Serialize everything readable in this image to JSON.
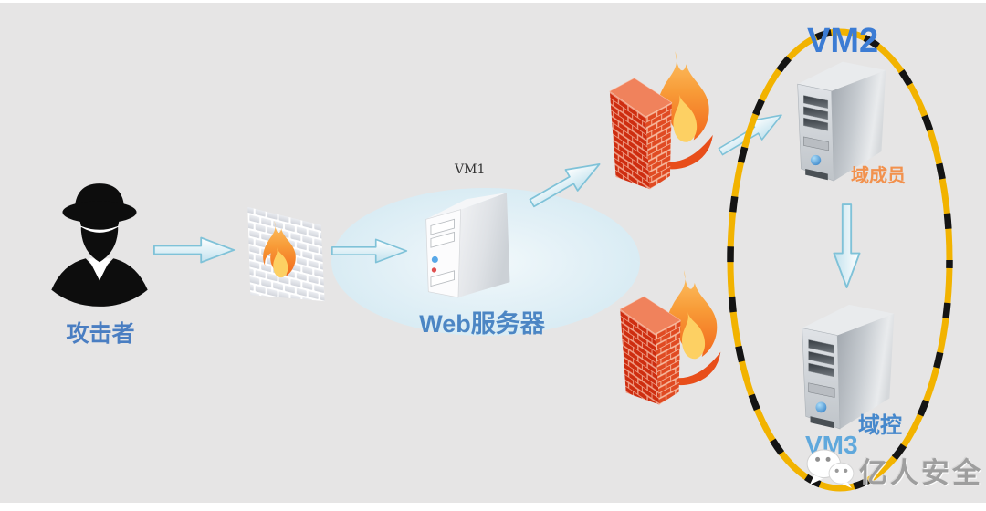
{
  "diagram": {
    "nodes": {
      "attacker": {
        "label": "攻击者",
        "icon": "spy-icon"
      },
      "firewall_entry": {
        "icon": "firewall-gray-icon"
      },
      "web_server": {
        "vm_tag": "VM1",
        "label": "Web服务器",
        "icon": "server-tower-icon"
      },
      "firewall_upper": {
        "icon": "firewall-red-icon"
      },
      "firewall_lower": {
        "icon": "firewall-red-icon"
      },
      "vm2": {
        "vm_tag": "VM2",
        "label": "域成员",
        "icon": "server-tower-icon"
      },
      "vm3": {
        "vm_tag": "VM3",
        "label": "域控",
        "icon": "server-tower-icon"
      }
    },
    "edges": [
      {
        "from": "attacker",
        "to": "firewall_entry"
      },
      {
        "from": "firewall_entry",
        "to": "web_server"
      },
      {
        "from": "web_server",
        "to": "firewall_upper"
      },
      {
        "from": "firewall_upper",
        "to": "vm2"
      },
      {
        "from": "vm2",
        "to": "vm3"
      }
    ],
    "zones": {
      "dmz_ellipse": {
        "fill": "#ddeef5"
      },
      "domain_boundary": {
        "stroke_yellow": "#f2b300",
        "dash_black": "#141414"
      }
    },
    "colors": {
      "background": "#e6e5e5",
      "attacker_blue": "#4a7ec2",
      "web_blue": "#4c86c4",
      "vm2_blue": "#3c7cd4",
      "vm3_blue": "#5fa8dc",
      "member_orange": "#f2914d",
      "dc_blue": "#4688cc",
      "vm1_black": "#333333",
      "arrow_fill": "#cfe9f3",
      "arrow_stroke": "#7fc2d8",
      "watermark_gray": "#9e9e9e"
    },
    "watermark": {
      "text": "亿人安全",
      "icon": "wechat-icon"
    }
  }
}
